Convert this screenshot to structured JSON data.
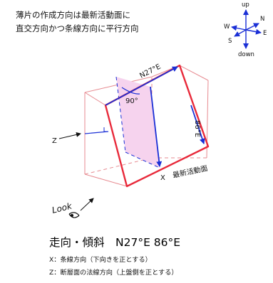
{
  "header": {
    "line1": "薄片の作成方向は最新活動面に",
    "line2": "直交方向かつ条線方向に平行方向"
  },
  "compass": {
    "up": "up",
    "down": "down",
    "n": "N",
    "e": "E",
    "s": "S",
    "w": "W"
  },
  "labels": {
    "strike": "N27°E",
    "angle": "90°",
    "dip": "86°E",
    "z": "Z",
    "x": "X",
    "plane": "最新活動面",
    "look": "Look"
  },
  "footer": {
    "strike_dip": "走向・傾斜　N27°E 86°E",
    "legend_x": "X：条線方向（下向きを正とする）",
    "legend_z": "Z：断層面の法線方向（上盤側を正とする）"
  },
  "colors": {
    "fault_edge": "#e8293a",
    "block_edge": "#e78a90",
    "arrow": "#1a2fd6",
    "fill": "#f6d3ee"
  }
}
